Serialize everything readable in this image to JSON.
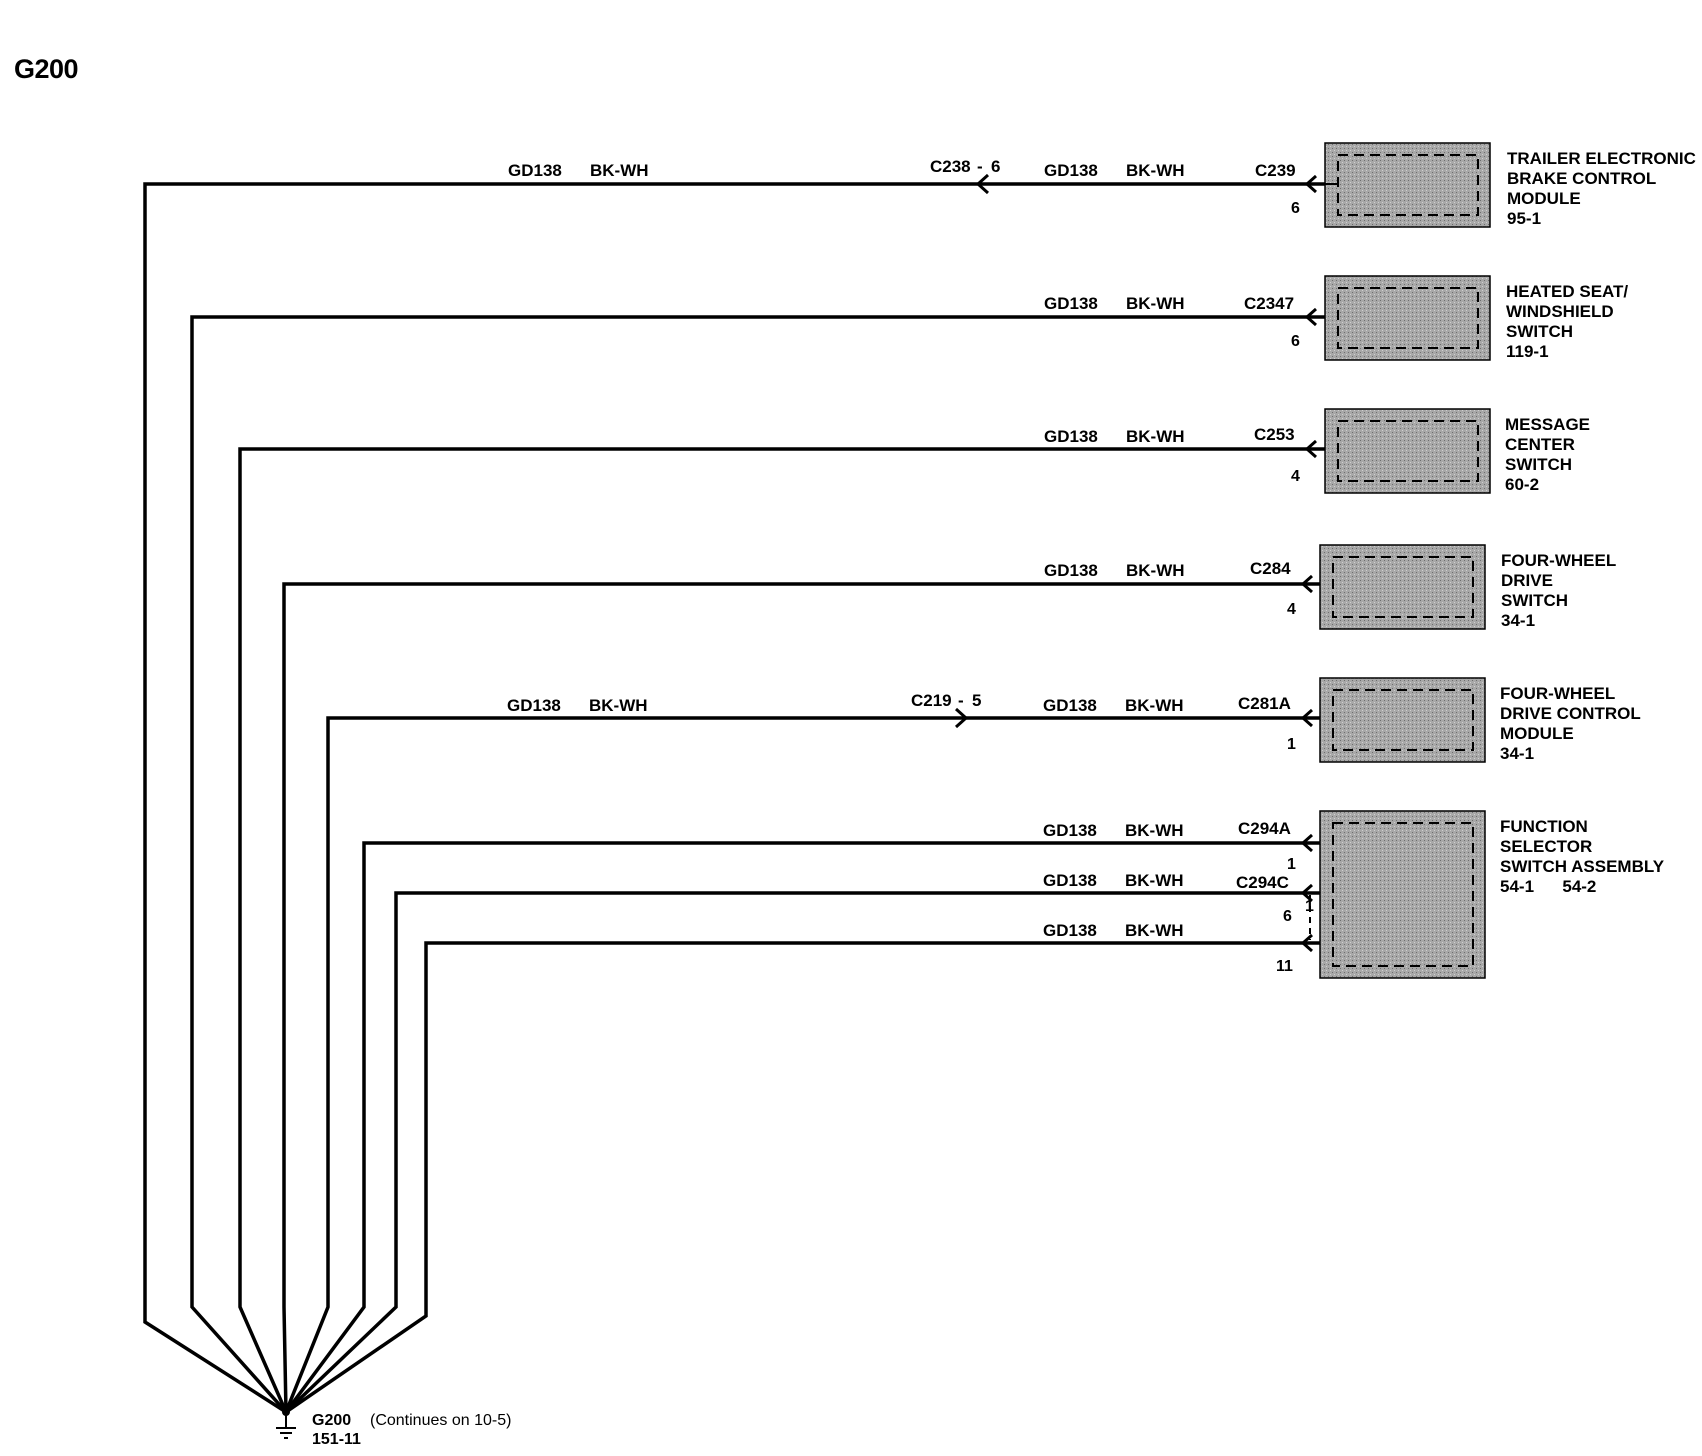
{
  "title": "G200",
  "colors": {
    "wire": "#000000",
    "module_fill": "#9a9a9a",
    "module_border": "#000000"
  },
  "wires": [
    {
      "circuit": "GD138",
      "color": "BK-WH",
      "inline_connector": "C238",
      "inline_pin": "6",
      "far_circuit": "GD138",
      "far_color": "BK-WH",
      "connector": "C239",
      "pin": "6",
      "component": [
        "TRAILER ELECTRONIC",
        "BRAKE CONTROL",
        "MODULE",
        "95-1"
      ]
    },
    {
      "circuit": "GD138",
      "color": "BK-WH",
      "connector": "C2347",
      "pin": "6",
      "component": [
        "HEATED SEAT/",
        "WINDSHIELD",
        "SWITCH",
        "119-1"
      ]
    },
    {
      "circuit": "GD138",
      "color": "BK-WH",
      "connector": "C253",
      "pin": "4",
      "component": [
        "MESSAGE",
        "CENTER",
        "SWITCH",
        "60-2"
      ]
    },
    {
      "circuit": "GD138",
      "color": "BK-WH",
      "connector": "C284",
      "pin": "4",
      "component": [
        "FOUR-WHEEL",
        "DRIVE",
        "SWITCH",
        "34-1"
      ]
    },
    {
      "circuit": "GD138",
      "color": "BK-WH",
      "inline_connector": "C219",
      "inline_pin": "5",
      "far_circuit": "GD138",
      "far_color": "BK-WH",
      "connector": "C281A",
      "pin": "1",
      "component": [
        "FOUR-WHEEL",
        "DRIVE CONTROL",
        "MODULE",
        "34-1"
      ]
    },
    {
      "circuit": "GD138",
      "color": "BK-WH",
      "connector": "C294A",
      "pin": "1",
      "component": [
        "FUNCTION",
        "SELECTOR",
        "SWITCH ASSEMBLY",
        "54-1      54-2"
      ]
    },
    {
      "circuit": "GD138",
      "color": "BK-WH",
      "connector": "C294C",
      "pin": "6",
      "pin_above": "1"
    },
    {
      "circuit": "GD138",
      "color": "BK-WH",
      "pin": "11"
    }
  ],
  "ground": {
    "name": "G200",
    "ref": "151-11",
    "note": "(Continues on 10-5)"
  }
}
